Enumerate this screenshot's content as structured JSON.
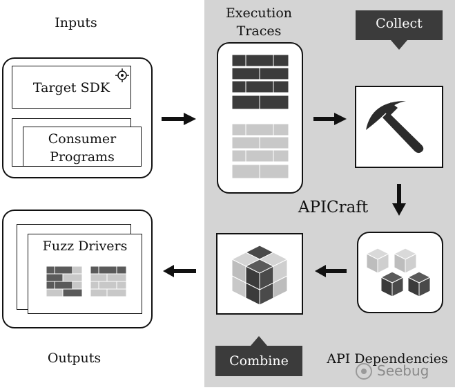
{
  "labels": {
    "inputs": "Inputs",
    "outputs": "Outputs",
    "execution_traces_line1": "Execution",
    "execution_traces_line2": "Traces",
    "apicraft": "APICraft",
    "api_dependencies": "API Dependencies"
  },
  "input_boxes": {
    "target_sdk": "Target SDK",
    "consumer_programs_line1": "Consumer",
    "consumer_programs_line2": "Programs"
  },
  "output_boxes": {
    "fuzz_drivers": "Fuzz Drivers"
  },
  "callouts": {
    "collect": "Collect",
    "combine": "Combine"
  },
  "watermark": {
    "text": "Seebug"
  },
  "colors": {
    "panel_gray": "#d4d4d4",
    "dark_brick": "#3b3b3b",
    "light_brick": "#c8c8c8",
    "callout_fill": "#3b3b3b"
  },
  "icons": {
    "pickaxe": "pickaxe-icon",
    "target": "target-icon"
  }
}
